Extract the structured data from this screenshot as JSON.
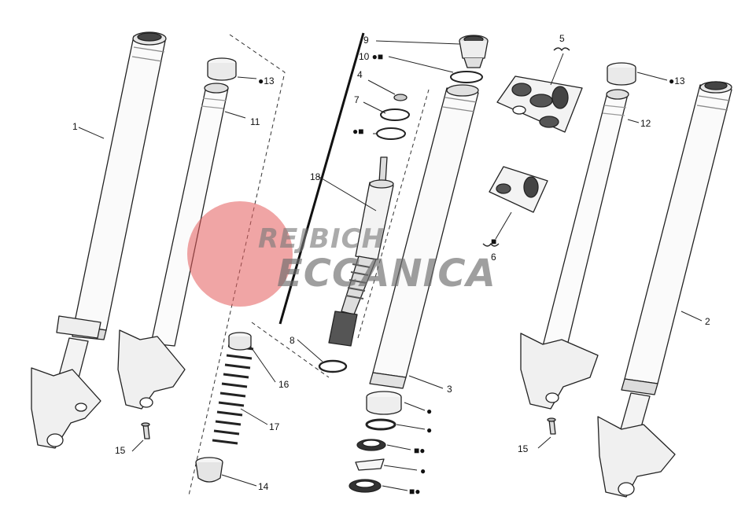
{
  "diagram": {
    "callouts": {
      "c1": "1",
      "c2": "2",
      "c3": "3",
      "c4": "4",
      "c5": "5",
      "c6": "6",
      "c7": "7",
      "c8": "8",
      "c9": "9",
      "c10": "10 ●■",
      "c11": "11",
      "c12": "12",
      "c13a": "●13",
      "c13b": "●13",
      "c14": "14",
      "c15a": "15",
      "c15b": "15",
      "c16": "16",
      "c17": "17",
      "c18": "18",
      "c7mark": "●■"
    },
    "symbols": {
      "s1": "●",
      "s2": "●",
      "s3": "■●",
      "s4": "●",
      "s5": "■●",
      "s6": "■"
    },
    "watermark": {
      "line1": "REJBICH",
      "line2": "ECCANICA"
    }
  }
}
